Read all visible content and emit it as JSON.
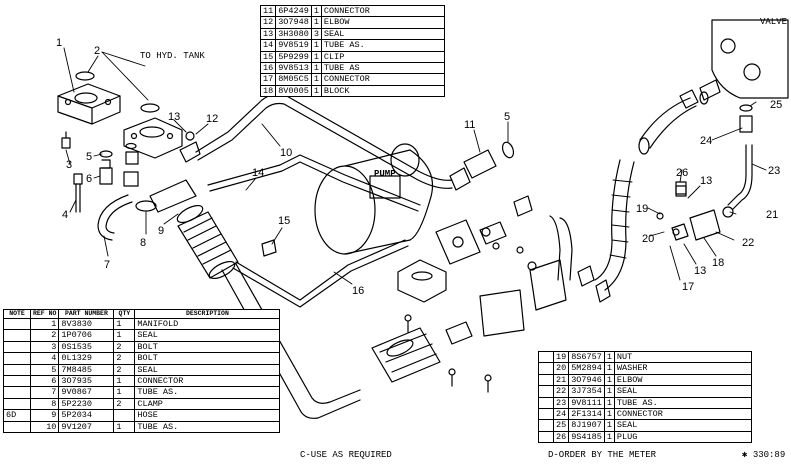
{
  "labels": {
    "to_hyd_tank": "TO HYD. TANK",
    "pump": "PUMP",
    "valve": "VALVE"
  },
  "callouts": [
    "1",
    "2",
    "3",
    "4",
    "5",
    "6",
    "7",
    "8",
    "9",
    "10",
    "11",
    "12",
    "13",
    "14",
    "15",
    "16",
    "17",
    "18",
    "19",
    "20",
    "21",
    "22",
    "23",
    "24",
    "25",
    "26"
  ],
  "tables": {
    "top": {
      "rows": [
        {
          "ref": "11",
          "part": "6P4249",
          "qty": "1",
          "desc": "CONNECTOR"
        },
        {
          "ref": "12",
          "part": "3O7948",
          "qty": "1",
          "desc": "ELBOW"
        },
        {
          "ref": "13",
          "part": "3H3080",
          "qty": "3",
          "desc": "SEAL"
        },
        {
          "ref": "14",
          "part": "9V8519",
          "qty": "1",
          "desc": "TUBE AS."
        },
        {
          "ref": "15",
          "part": "5P9299",
          "qty": "1",
          "desc": "CLIP"
        },
        {
          "ref": "16",
          "part": "9V8513",
          "qty": "1",
          "desc": "TUBE AS"
        },
        {
          "ref": "17",
          "part": "8M05C5",
          "qty": "1",
          "desc": "CONNECTOR"
        },
        {
          "ref": "18",
          "part": "8V0005",
          "qty": "1",
          "desc": "BLOCK"
        }
      ]
    },
    "left": {
      "headers": {
        "note": "NOTE",
        "ref": "REF NO",
        "part": "PART NUMBER",
        "qty": "QTY",
        "desc": "DESCRIPTION"
      },
      "rows": [
        {
          "note": "",
          "ref": "1",
          "part": "8V3830",
          "qty": "1",
          "desc": "MANIFOLD"
        },
        {
          "note": "",
          "ref": "2",
          "part": "1P0706",
          "qty": "1",
          "desc": "SEAL"
        },
        {
          "note": "",
          "ref": "3",
          "part": "0S1535",
          "qty": "2",
          "desc": "BOLT"
        },
        {
          "note": "",
          "ref": "4",
          "part": "0L1329",
          "qty": "2",
          "desc": "BOLT"
        },
        {
          "note": "",
          "ref": "5",
          "part": "7M8485",
          "qty": "2",
          "desc": "SEAL"
        },
        {
          "note": "",
          "ref": "6",
          "part": "3O7935",
          "qty": "1",
          "desc": "CONNECTOR"
        },
        {
          "note": "",
          "ref": "7",
          "part": "9V0867",
          "qty": "1",
          "desc": "TUBE AS."
        },
        {
          "note": "",
          "ref": "8",
          "part": "5P2230",
          "qty": "2",
          "desc": "CLAMP"
        },
        {
          "note": "6D",
          "ref": "9",
          "part": "5P2034",
          "qty": "",
          "desc": "HOSE"
        },
        {
          "note": "",
          "ref": "10",
          "part": "9V1207",
          "qty": "1",
          "desc": "TUBE AS."
        }
      ]
    },
    "right": {
      "rows": [
        {
          "ref": "19",
          "part": "8S6757",
          "qty": "1",
          "desc": "NUT"
        },
        {
          "ref": "20",
          "part": "5M2894",
          "qty": "1",
          "desc": "WASHER"
        },
        {
          "ref": "21",
          "part": "3O7946",
          "qty": "1",
          "desc": "ELBOW"
        },
        {
          "ref": "22",
          "part": "3J7354",
          "qty": "1",
          "desc": "SEAL"
        },
        {
          "ref": "23",
          "part": "9V8111",
          "qty": "1",
          "desc": "TUBE AS."
        },
        {
          "ref": "24",
          "part": "2F1314",
          "qty": "1",
          "desc": "CONNECTOR"
        },
        {
          "ref": "25",
          "part": "8J1907",
          "qty": "1",
          "desc": "SEAL"
        },
        {
          "ref": "26",
          "part": "9S4185",
          "qty": "1",
          "desc": "PLUG"
        }
      ]
    }
  },
  "footer": {
    "left_note": "C-USE AS REQUIRED",
    "right_note": "D-ORDER BY THE METER",
    "drawing_no": "✱ 330:89"
  }
}
